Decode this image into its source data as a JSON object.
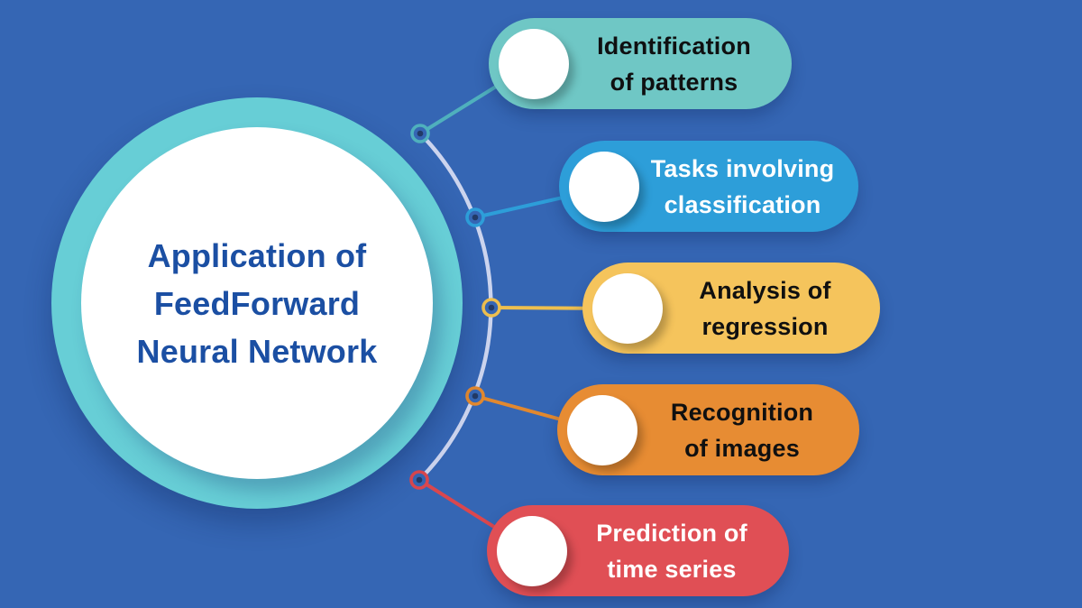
{
  "background_color": "#3566b4",
  "center": {
    "title_lines": [
      "Application of",
      "FeedForward",
      "Neural Network"
    ],
    "ring_color": "#67ced6",
    "circle_color": "#ffffff",
    "text_color": "#1b4fa3"
  },
  "connector": {
    "arc_color": "#ccd4ee",
    "node_dot_color": "#223a66",
    "node_fill_color": "#3566b4"
  },
  "items": [
    {
      "lines": [
        "Identification",
        "of patterns"
      ],
      "pill_color": "#6fc7c5",
      "text_color": "#0f1011",
      "accent_color": "#4fb0bd"
    },
    {
      "lines": [
        "Tasks involving",
        "classification"
      ],
      "pill_color": "#2d9ed9",
      "text_color": "#ffffff",
      "accent_color": "#2d9ed9"
    },
    {
      "lines": [
        "Analysis of",
        "regression"
      ],
      "pill_color": "#f5c45c",
      "text_color": "#101010",
      "accent_color": "#eebf4f"
    },
    {
      "lines": [
        "Recognition",
        "of images"
      ],
      "pill_color": "#e78c33",
      "text_color": "#101010",
      "accent_color": "#e1882f"
    },
    {
      "lines": [
        "Prediction of",
        "time series"
      ],
      "pill_color": "#e04f55",
      "text_color": "#ffffff",
      "accent_color": "#da474e"
    }
  ]
}
